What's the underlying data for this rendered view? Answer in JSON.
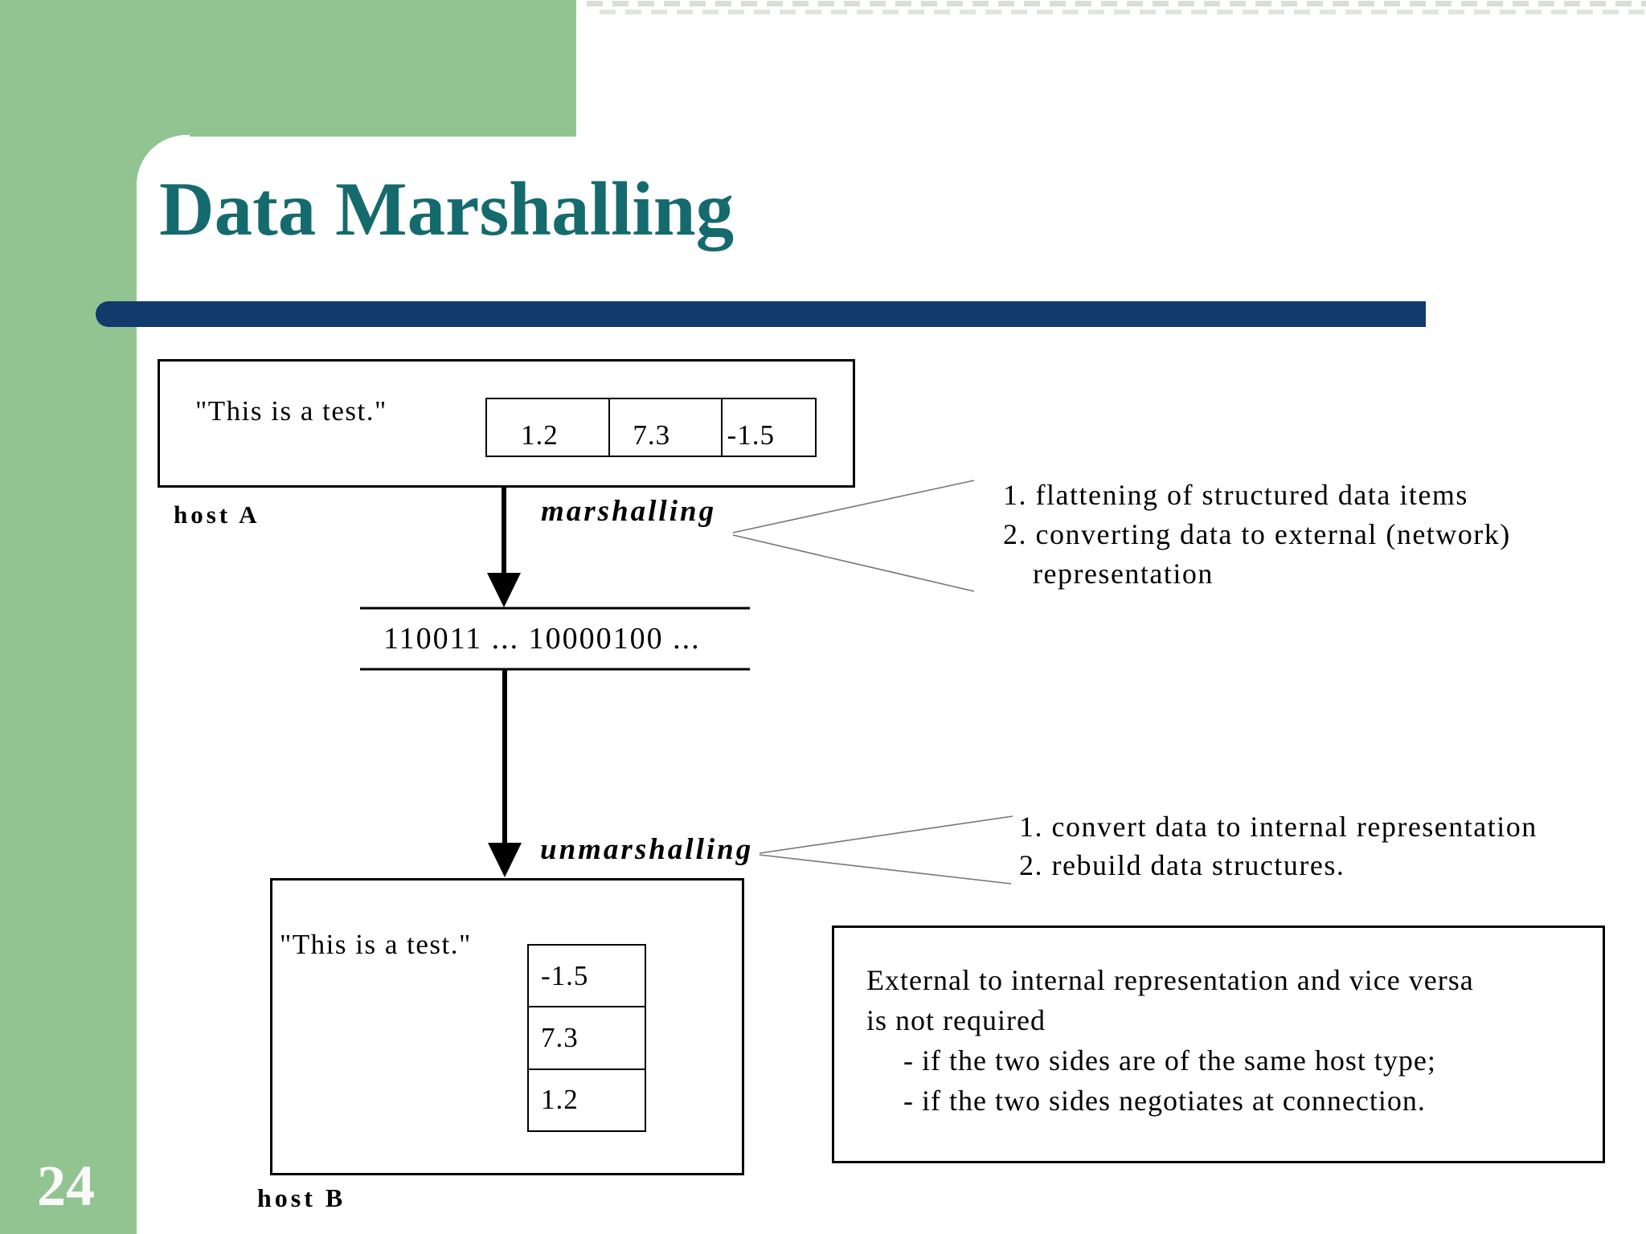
{
  "slide": {
    "title": "Data Marshalling",
    "page_number": "24"
  },
  "host_a": {
    "label": "host A",
    "string_value": "\"This is a test.\"",
    "cells": [
      "1.2",
      "7.3",
      "-1.5"
    ]
  },
  "marshalling": {
    "label": "marshalling",
    "notes": [
      "1. flattening of structured data items",
      "2. converting data to external (network)",
      "representation"
    ]
  },
  "network_message": {
    "bits": "110011 ... 10000100 ..."
  },
  "unmarshalling": {
    "label": "unmarshalling",
    "notes": [
      "1. convert data to internal representation",
      "2. rebuild data structures."
    ]
  },
  "host_b": {
    "label": "host B",
    "string_value": "\"This is a test.\"",
    "cells": [
      "-1.5",
      "7.3",
      "1.2"
    ]
  },
  "note_box": {
    "lines": [
      "External to internal representation and vice versa",
      "is not required",
      "- if the two sides are of the same host type;",
      "- if the two sides negotiates at connection."
    ]
  },
  "colors": {
    "green": "#92c492",
    "navy": "#123a6b",
    "teal": "#156a6d",
    "callout": "#777777"
  }
}
